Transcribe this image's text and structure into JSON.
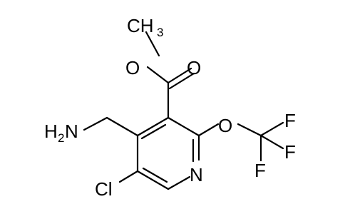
{
  "molecule": {
    "atoms": {
      "methyl": "CH",
      "methyl_sub": "3",
      "ester_o1": "O",
      "ester_o2": "O",
      "ring_n": "N",
      "ether_o": "O",
      "f1": "F",
      "f2": "F",
      "f3": "F",
      "amine": "H",
      "amine_sub": "2",
      "amine_n": "N",
      "chloro": "Cl"
    },
    "colors": {
      "bond": "#000000",
      "label": "#000000",
      "background": "#ffffff"
    }
  }
}
